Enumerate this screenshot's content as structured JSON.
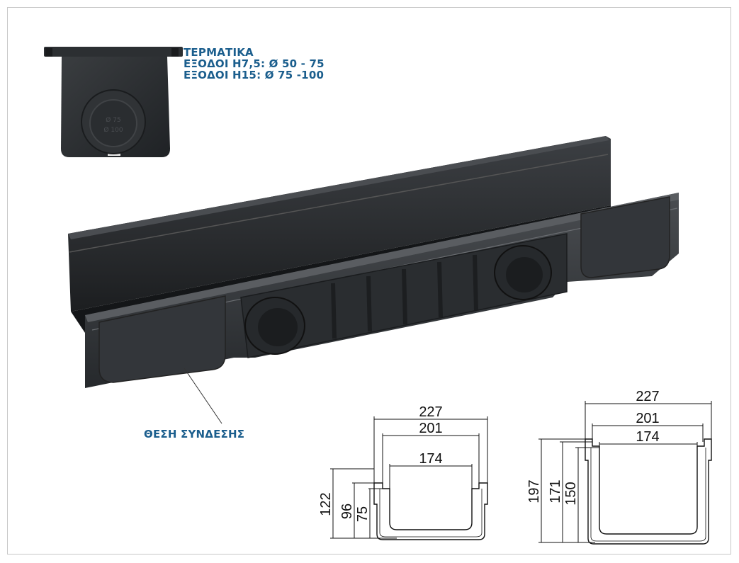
{
  "callouts": {
    "end_cap_title": "ΤΕΡΜΑΤΙΚΑ",
    "outlets_h75": "ΕΞΟΔΟΙ Η7,5: Ø 50 - 75",
    "outlets_h15": "ΕΞΟΔΟΙ Η15: Ø 75 -100",
    "connection_position": "ΘΕΣΗ ΣΥΝΔΕΣΗΣ"
  },
  "end_cap_embossing": {
    "line1": "Ø 75",
    "line2": "Ø 100"
  },
  "drawing_small": {
    "width_outer": "227",
    "width_middle": "201",
    "width_inner": "174",
    "height_total": "122",
    "height_middle": "96",
    "height_inner": "75"
  },
  "drawing_large": {
    "width_outer": "227",
    "width_middle": "201",
    "width_inner": "174",
    "height_total": "197",
    "height_middle": "171",
    "height_inner": "150"
  },
  "colors": {
    "callout_text": "#1b5e8d",
    "channel_body": "#2b2e31",
    "frame_border": "#c8c8c8"
  }
}
